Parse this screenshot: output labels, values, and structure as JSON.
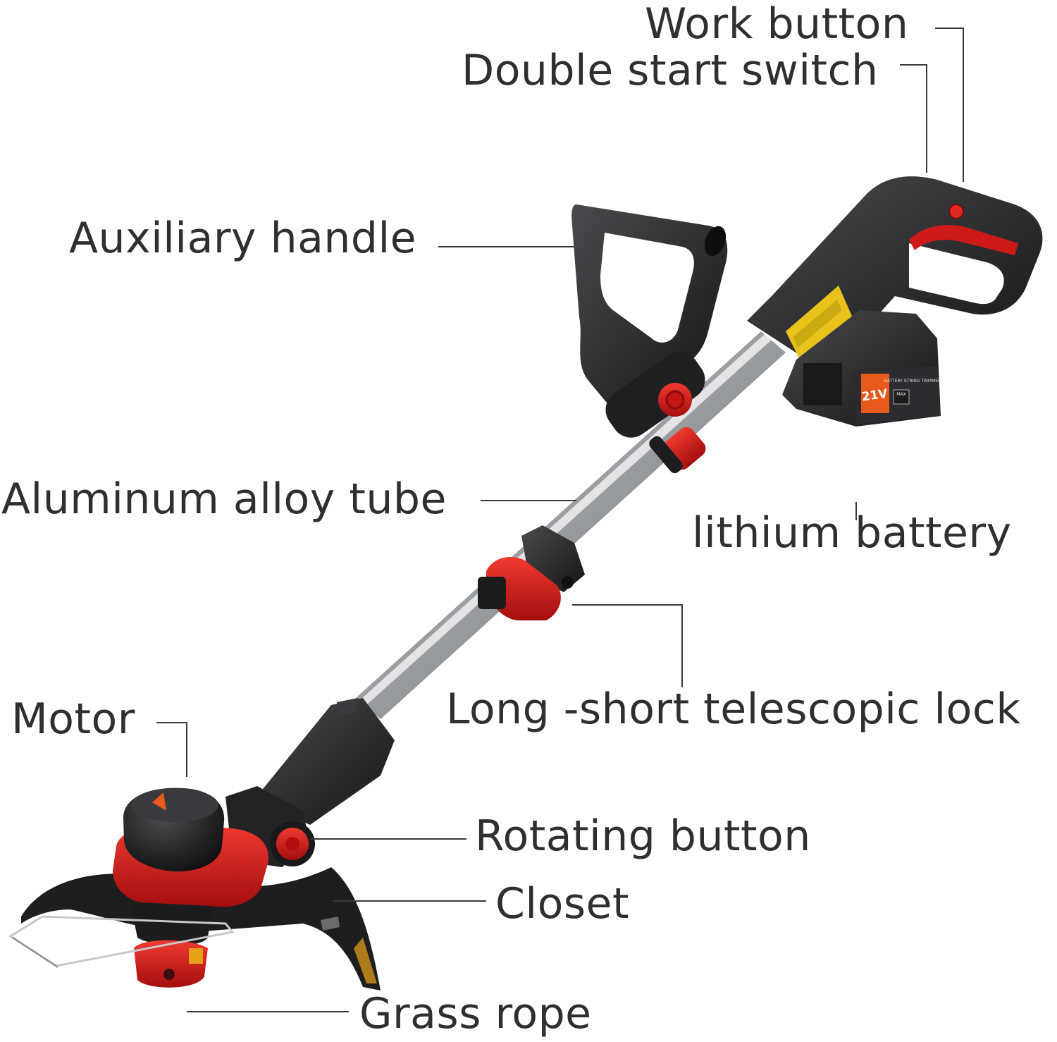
{
  "labels": {
    "work_button": "Work button",
    "double_start_switch": "Double start switch",
    "auxiliary_handle": "Auxiliary handle",
    "aluminum_alloy_tube": "Aluminum alloy tube",
    "lithium_battery": "lithium battery",
    "motor": "Motor",
    "telescopic_lock": "Long -short telescopic lock",
    "rotating_button": "Rotating button",
    "closet": "Closet",
    "grass_rope": "Grass rope"
  },
  "battery_badge": {
    "voltage": "21V",
    "product_name": "BATTERY STRING TRIMMER",
    "charge_marker": "MAX"
  },
  "colors": {
    "body": "#2a2a2c",
    "accent_red": "#d01818",
    "tube_silver": "#b8bcc0",
    "battery_orange": "#e85a1c",
    "warning_yellow": "#e8c21a",
    "label_text": "#2f2f2f"
  }
}
